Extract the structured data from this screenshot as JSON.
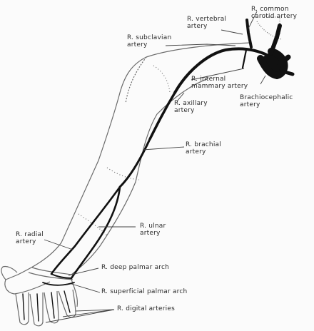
{
  "labels": {
    "common_carotid": [
      "R. common",
      "carotid artery"
    ],
    "vertebral": [
      "R. vertebral",
      "artery"
    ],
    "subclavian": [
      "R. subclavian",
      "artery"
    ],
    "internal_mammary": [
      "R. internal",
      "mammary artery"
    ],
    "brachiocephalic": [
      "Brachiocephalic",
      "artery"
    ],
    "axillary": [
      "R. axillary",
      "artery"
    ],
    "brachial": [
      "R. brachial",
      "artery"
    ],
    "ulnar": [
      "R. ulnar",
      "artery"
    ],
    "radial": [
      "R. radial",
      "artery"
    ],
    "deep_palmar": [
      "R. deep palmar arch"
    ],
    "superficial_palmar": [
      "R. superficial palmar arch"
    ],
    "digital": [
      "R. digital arteries"
    ]
  },
  "colors": {
    "artery": "#111111",
    "outline": "#6a6a6a",
    "leader": "#444444",
    "text": "#2b2b2b"
  }
}
